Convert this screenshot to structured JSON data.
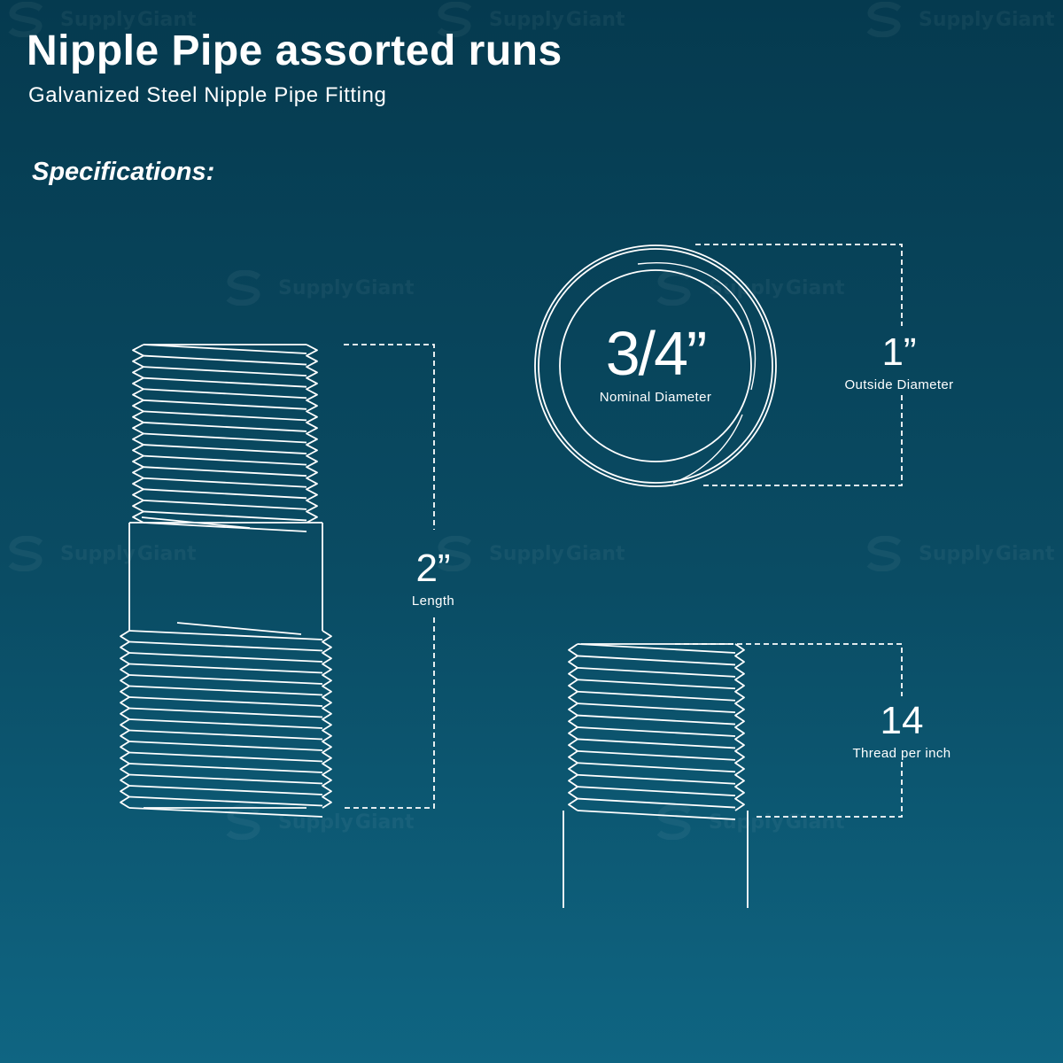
{
  "header": {
    "title": "Nipple Pipe assorted runs",
    "subtitle": "Galvanized Steel Nipple Pipe Fitting",
    "specs_heading": "Specifications:"
  },
  "watermark": {
    "brand_prefix": "Supply",
    "brand_suffix": "Giant",
    "icon": "supplygiant-logo-icon"
  },
  "specs": {
    "length": {
      "value": "2”",
      "label": "Length"
    },
    "nominal_diameter": {
      "value": "3/4”",
      "label": "Nominal Diameter"
    },
    "outside_diameter": {
      "value": "1”",
      "label": "Outside Diameter"
    },
    "threads": {
      "value": "14",
      "label": "Thread per inch"
    }
  },
  "colors": {
    "background_top": "#053a4f",
    "background_bottom": "#0f6582",
    "line": "#ffffff"
  }
}
